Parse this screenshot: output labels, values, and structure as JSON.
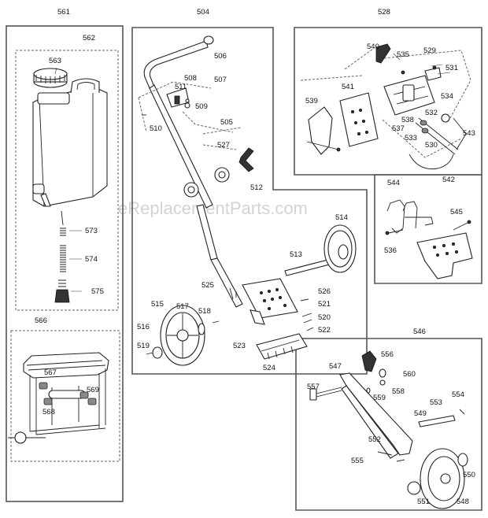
{
  "watermark": "eReplacementParts.com",
  "groups": {
    "tank_group": "561",
    "tank_subgroup": "562",
    "handle_group": "504",
    "bracket_group": "528",
    "stand_group": "566",
    "wheel_kit_group": "546"
  },
  "labels": {
    "l563": "563",
    "l573": "573",
    "l574": "574",
    "l575": "575",
    "l567": "567",
    "l568": "568",
    "l569": "569",
    "l506": "506",
    "l507": "507",
    "l508": "508",
    "l511": "511",
    "l509": "509",
    "l510": "510",
    "l505": "505",
    "l527": "527",
    "l512": "512",
    "l514": "514",
    "l513": "513",
    "l525": "525",
    "l526": "526",
    "l521": "521",
    "l520": "520",
    "l522": "522",
    "l523": "523",
    "l524": "524",
    "l515": "515",
    "l517": "517",
    "l518": "518",
    "l516": "516",
    "l519": "519",
    "l540": "540",
    "l535": "535",
    "l529": "529",
    "l531": "531",
    "l541": "541",
    "l539": "539",
    "l534": "534",
    "l532": "532",
    "l538": "538",
    "l537": "537",
    "l533": "533",
    "l530": "530",
    "l543": "543",
    "l542": "542",
    "l544": "544",
    "l545": "545",
    "l536": "536",
    "l547": "547",
    "l556": "556",
    "l560": "560",
    "l558": "558",
    "l557": "557",
    "l559": "559",
    "l554": "554",
    "l553": "553",
    "l549": "549",
    "l552": "552",
    "l555": "555",
    "l551": "551",
    "l548": "548",
    "l550": "550"
  }
}
